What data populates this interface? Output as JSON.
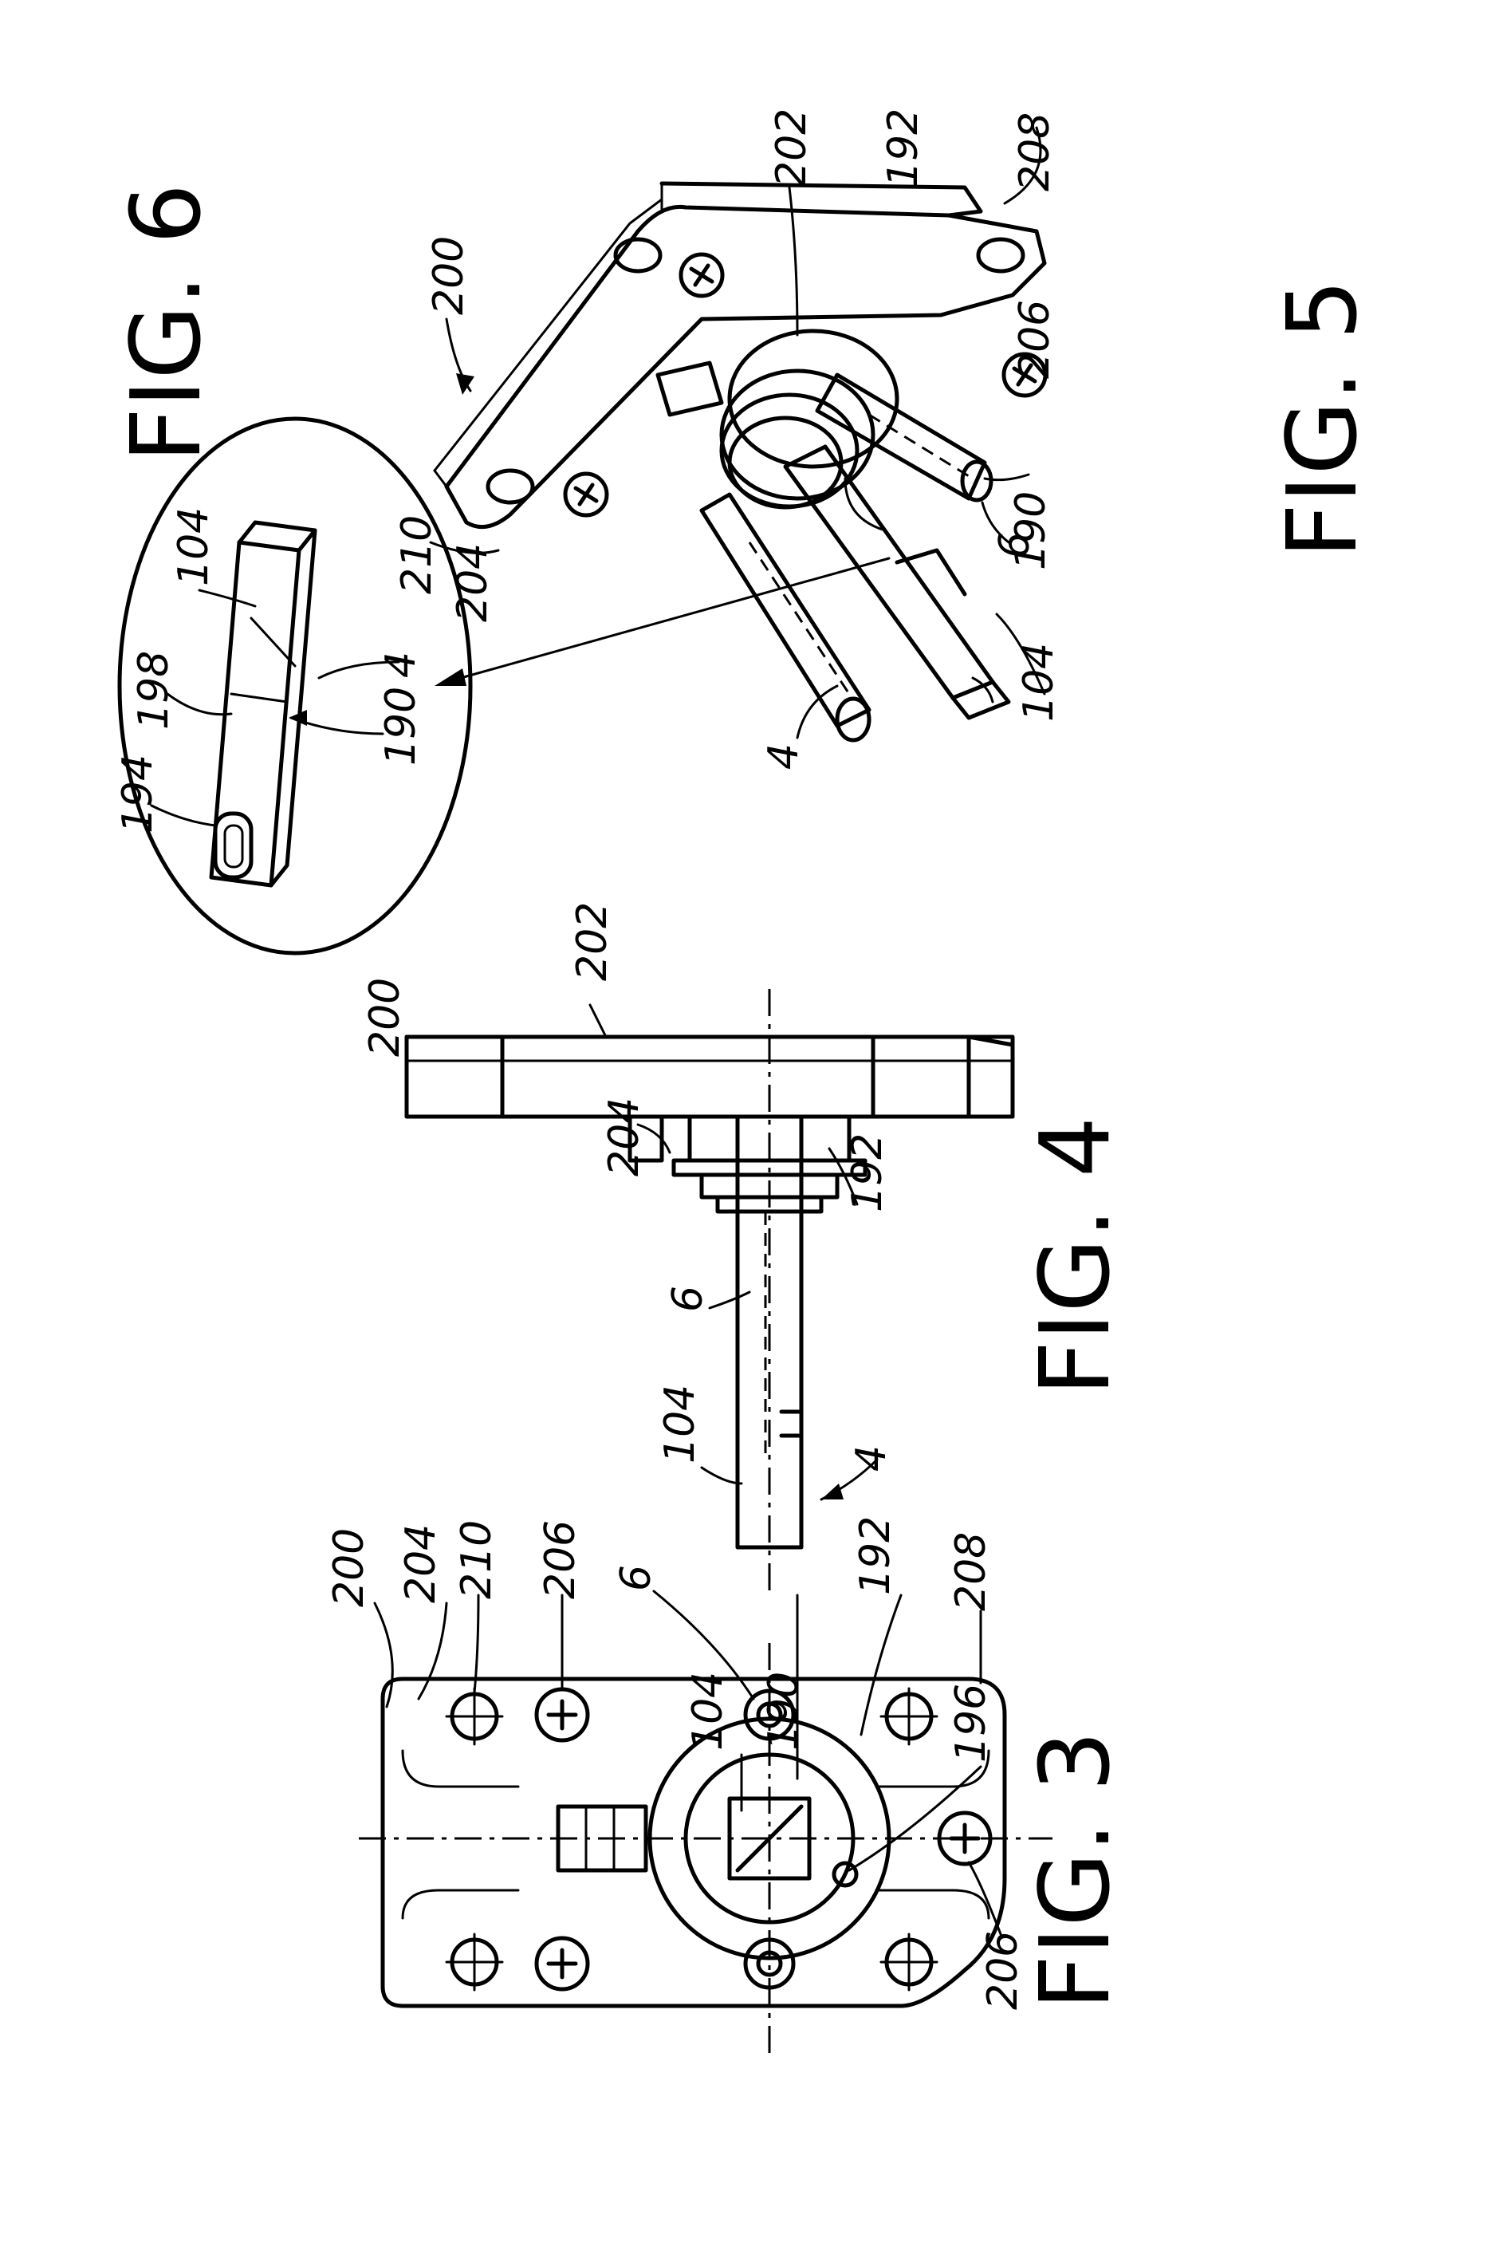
{
  "figures": {
    "fig3": {
      "title": "FIG. 3",
      "refs": [
        "200",
        "204",
        "210",
        "206",
        "6",
        "192",
        "208",
        "196",
        "104",
        "190",
        "206"
      ]
    },
    "fig4": {
      "title": "FIG. 4",
      "refs": [
        "200",
        "202",
        "204",
        "192",
        "6",
        "104",
        "4"
      ]
    },
    "fig5": {
      "title": "FIG. 5",
      "refs": [
        "200",
        "202",
        "210",
        "204",
        "192",
        "208",
        "206",
        "6",
        "190",
        "104",
        "4"
      ]
    },
    "fig6": {
      "title": "FIG. 6",
      "refs": [
        "194",
        "198",
        "104",
        "190",
        "4"
      ]
    }
  }
}
